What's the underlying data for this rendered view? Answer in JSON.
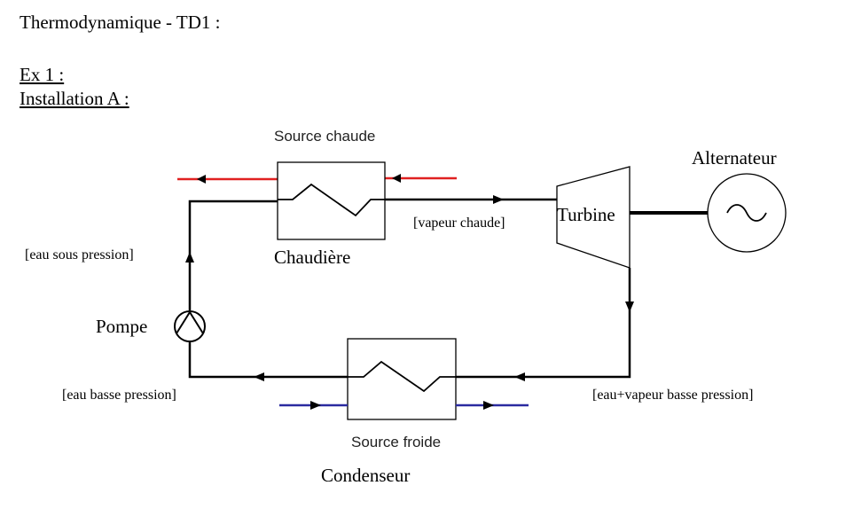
{
  "header": {
    "title": "Thermodynamique - TD1 :",
    "exercise": "Ex 1 :",
    "installation": "Installation A :"
  },
  "diagram": {
    "source_chaude": "Source chaude",
    "chaudiere": "Chaudière",
    "vapeur_chaude": "[vapeur chaude]",
    "turbine": "Turbine",
    "alternateur": "Alternateur",
    "eau_sous_pression": "[eau sous pression]",
    "pompe": "Pompe",
    "eau_basse_pression": "[eau basse pression]",
    "eau_vapeur_basse_pression": "[eau+vapeur basse pression]",
    "source_froide": "Source froide",
    "condenseur": "Condenseur"
  },
  "colors": {
    "hot_line": "#e02020",
    "cold_line": "#2a2aa0",
    "circuit": "#000000"
  }
}
